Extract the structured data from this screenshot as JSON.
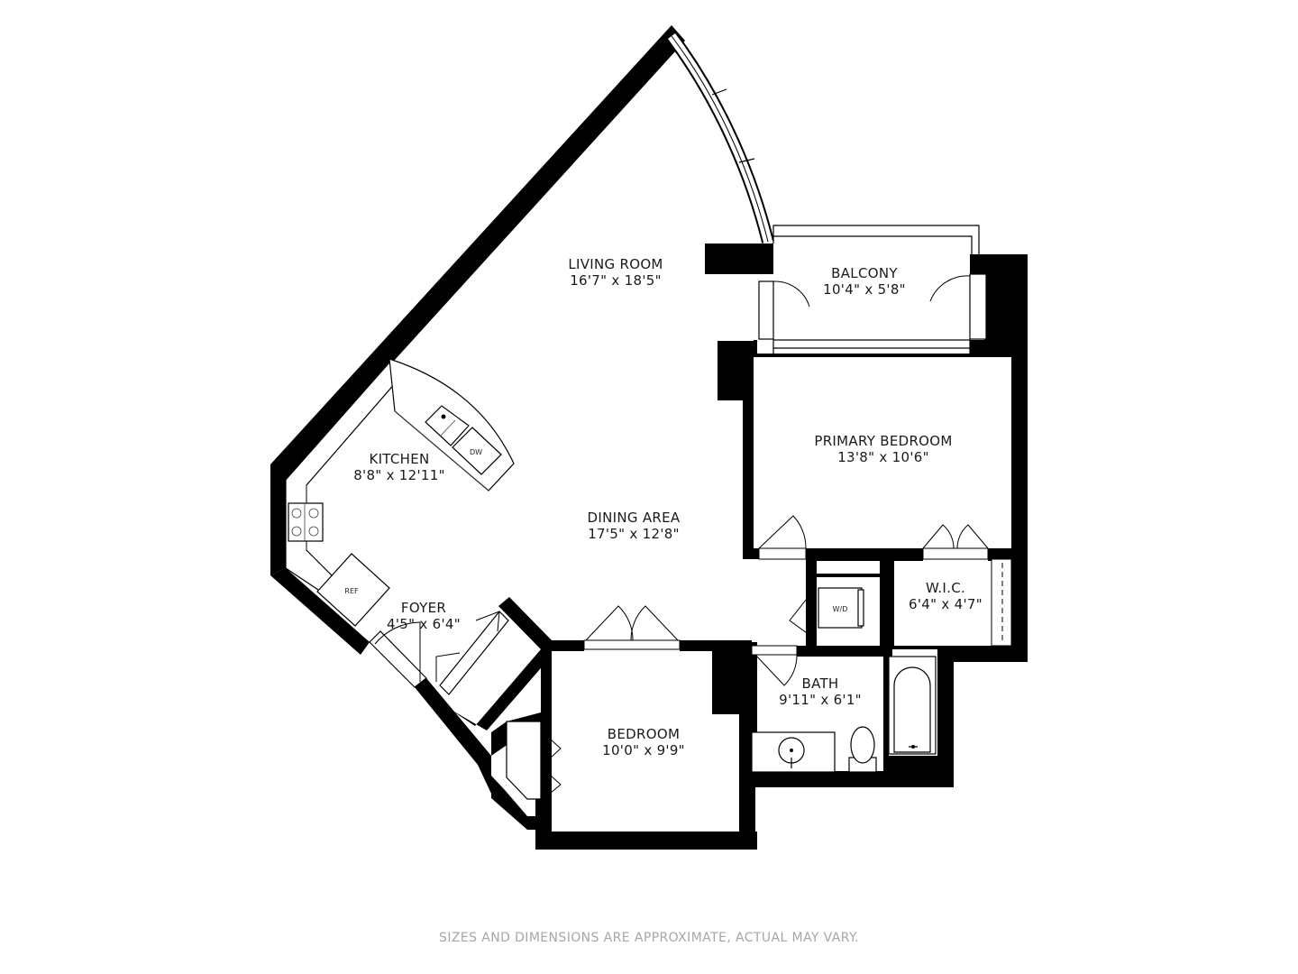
{
  "rooms": {
    "living_room": {
      "name": "LIVING ROOM",
      "size": "16'7\" x 18'5\""
    },
    "balcony": {
      "name": "BALCONY",
      "size": "10'4\" x 5'8\""
    },
    "kitchen": {
      "name": "KITCHEN",
      "size": "8'8\" x 12'11\""
    },
    "primary_bedroom": {
      "name": "PRIMARY BEDROOM",
      "size": "13'8\" x 10'6\""
    },
    "dining_area": {
      "name": "DINING AREA",
      "size": "17'5\" x 12'8\""
    },
    "foyer": {
      "name": "FOYER",
      "size": "4'5\" x 6'4\""
    },
    "wic": {
      "name": "W.I.C.",
      "size": "6'4\" x 4'7\""
    },
    "bath": {
      "name": "BATH",
      "size": "9'11\" x 6'1\""
    },
    "bedroom": {
      "name": "BEDROOM",
      "size": "10'0\" x 9'9\""
    }
  },
  "appliances": {
    "dishwasher": "DW",
    "refrigerator": "REF",
    "washer_dryer": "W/D"
  },
  "disclaimer": "SIZES AND DIMENSIONS ARE APPROXIMATE, ACTUAL MAY VARY."
}
